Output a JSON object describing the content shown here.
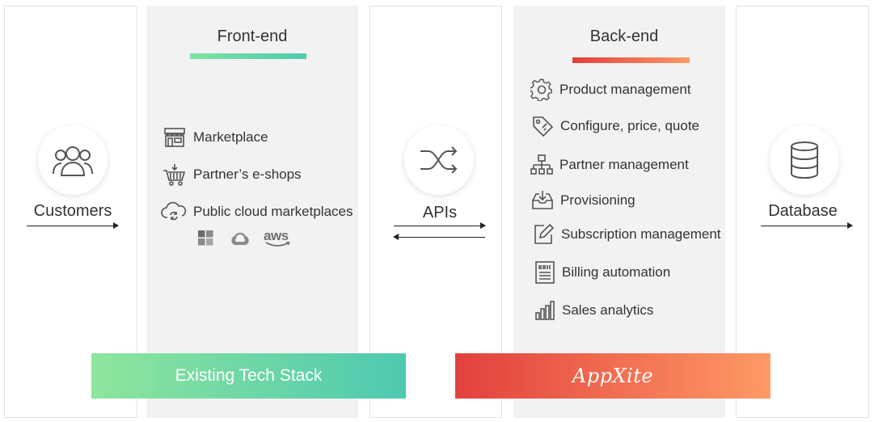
{
  "customers": {
    "label": "Customers",
    "icon": "users-icon"
  },
  "frontend": {
    "title": "Front-end",
    "accent_gradient": [
      "#7ee3a0",
      "#4ec9b0"
    ],
    "items": [
      {
        "label": "Marketplace",
        "icon": "storefront-icon"
      },
      {
        "label": "Partner’s e-shops",
        "icon": "shopping-cart-icon"
      },
      {
        "label": "Public cloud marketplaces",
        "icon": "cloud-sync-icon"
      }
    ],
    "logos": {
      "aws": "aws"
    }
  },
  "apis": {
    "label": "APIs",
    "icon": "shuffle-icon"
  },
  "backend": {
    "title": "Back-end",
    "accent_gradient": [
      "#e2403c",
      "#ff9a66"
    ],
    "items": [
      {
        "label": "Product management",
        "icon": "gear-icon"
      },
      {
        "label": "Configure, price, quote",
        "icon": "price-tag-icon"
      },
      {
        "label": "Partner management",
        "icon": "org-chart-icon"
      },
      {
        "label": "Provisioning",
        "icon": "inbox-download-icon"
      },
      {
        "label": "Subscription management",
        "icon": "edit-icon"
      },
      {
        "label": "Billing automation",
        "icon": "receipt-icon"
      },
      {
        "label": "Sales analytics",
        "icon": "bar-chart-icon"
      }
    ]
  },
  "database": {
    "label": "Database",
    "icon": "database-icon"
  },
  "bars": {
    "existing": {
      "label": "Existing Tech Stack",
      "colors": [
        "#8ee59c",
        "#4ec9b0"
      ]
    },
    "appxite": {
      "label": "AppXite",
      "colors": [
        "#e2403c",
        "#ff9a66"
      ]
    }
  }
}
